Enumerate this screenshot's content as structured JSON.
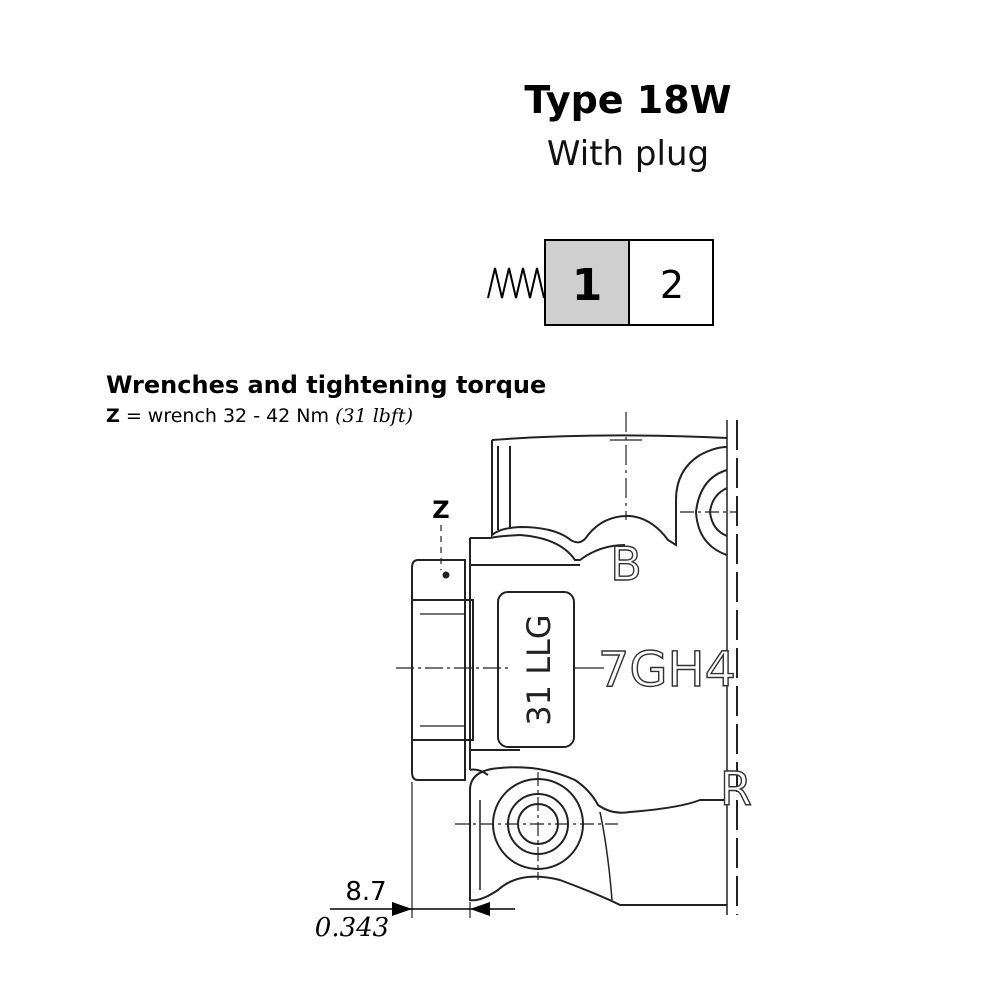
{
  "header": {
    "title": "Type 18W",
    "subtitle": "With plug"
  },
  "symbol": {
    "position_1": "1",
    "position_2": "2"
  },
  "wrench_section": {
    "heading": "Wrenches and tightening torque",
    "z_key": "Z",
    "z_desc": " = wrench 32 - 42 Nm ",
    "z_imperial": "(31 lbft)"
  },
  "drawing": {
    "z_label": "Z",
    "port_b": "B",
    "port_r": "R",
    "marking_vertical": "31 LLG",
    "marking_horizontal": "7GH4",
    "dim_metric": "8.7",
    "dim_imperial": "0.343"
  }
}
